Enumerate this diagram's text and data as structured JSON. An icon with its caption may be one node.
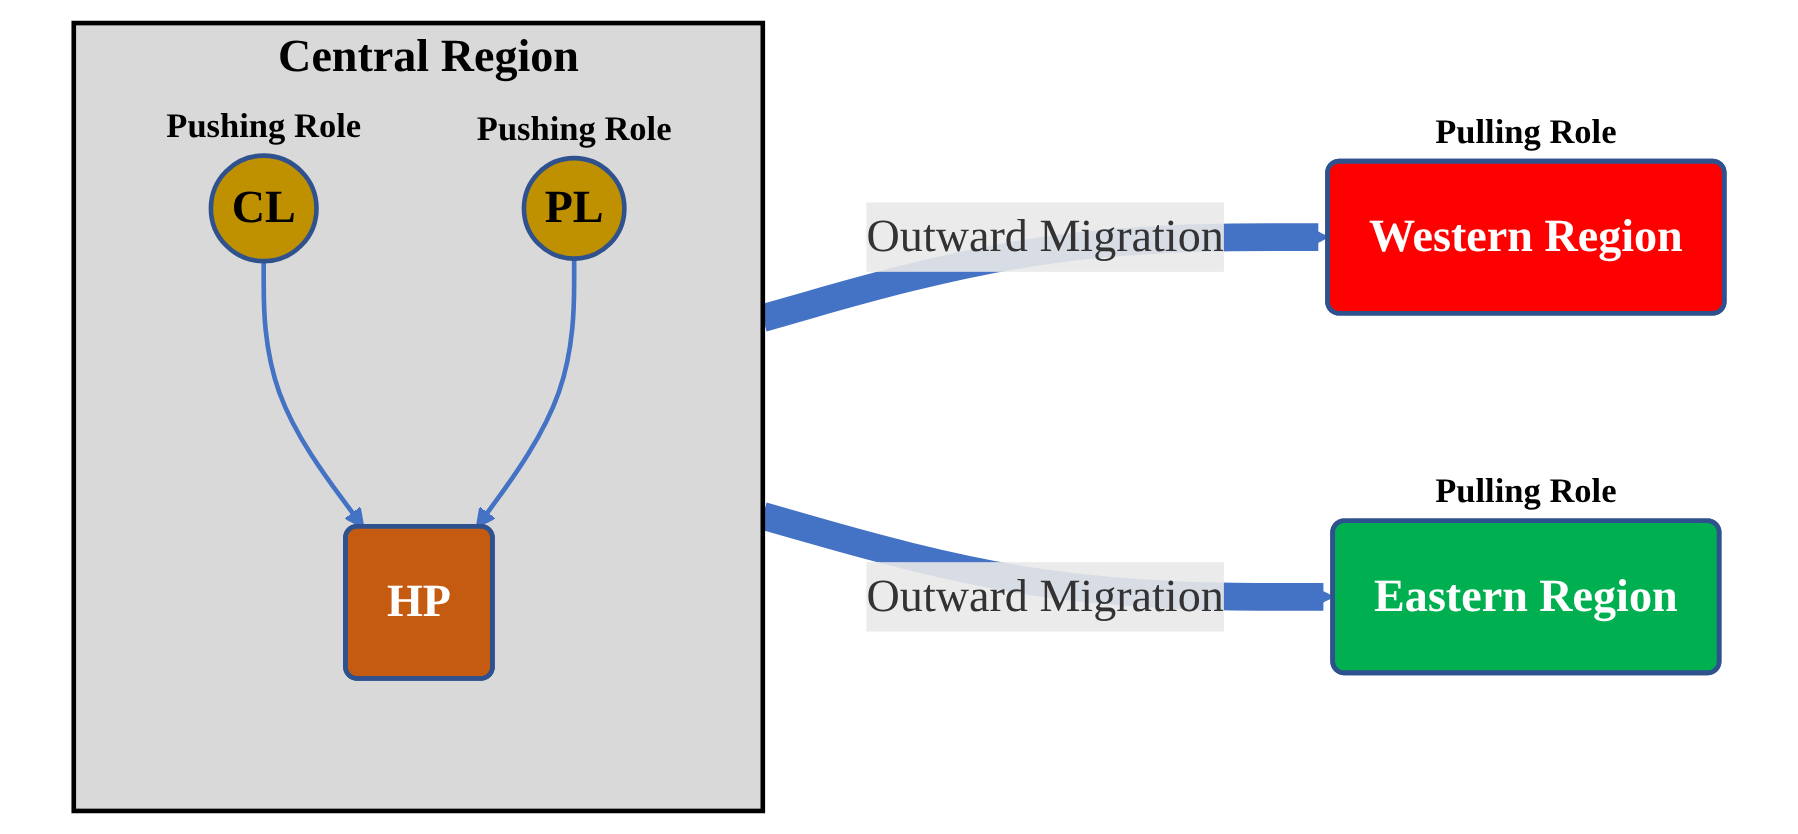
{
  "diagram": {
    "nodes": [
      {
        "text": [
          "Western Region"
        ],
        "beside": [
          "Pulling Role"
        ]
      },
      {
        "text": [
          "Central Region"
        ]
      },
      {
        "text": [
          "CL"
        ],
        "in": 1,
        "beside": [
          "Pushing Role"
        ]
      },
      {
        "text": [
          "HP"
        ],
        "in": 1
      },
      {
        "text": [
          "PL"
        ],
        "in": 1,
        "beside": [
          "Pushing Role"
        ]
      },
      {
        "text": [
          "Eastern Region"
        ],
        "beside": [
          "Pulling Role"
        ]
      }
    ],
    "edges": [
      {
        "from": 2,
        "to": 3,
        "arrow": "to",
        "color": "#4472c4"
      },
      {
        "from": 4,
        "to": 3,
        "arrow": "to",
        "color": "#4472c4"
      },
      {
        "from": 1,
        "to": 0,
        "arrow": "to",
        "label": "Outward Migration",
        "style": "thick",
        "color": "#4472c4"
      },
      {
        "from": 1,
        "to": 5,
        "arrow": "to",
        "label": "Outward Migration",
        "style": "thick",
        "color": "#4472c4"
      }
    ]
  }
}
